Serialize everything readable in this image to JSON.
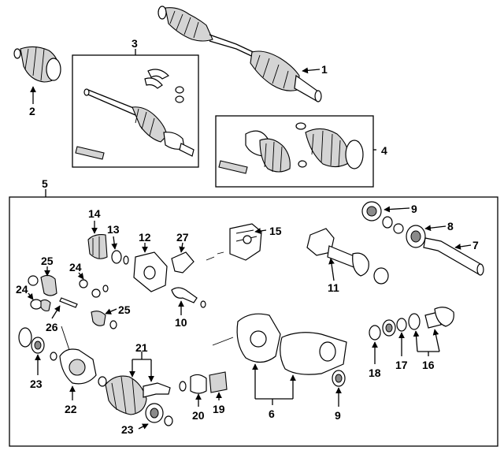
{
  "callouts": {
    "c1": "1",
    "c2": "2",
    "c3": "3",
    "c4": "4",
    "c5": "5",
    "c6": "6",
    "c7": "7",
    "c8": "8",
    "c9a": "9",
    "c9b": "9",
    "c10": "10",
    "c11": "11",
    "c12": "12",
    "c13": "13",
    "c14": "14",
    "c15": "15",
    "c16": "16",
    "c17": "17",
    "c18": "18",
    "c19": "19",
    "c20": "20",
    "c21": "21",
    "c22": "22",
    "c23a": "23",
    "c23b": "23",
    "c24a": "24",
    "c24b": "24",
    "c25a": "25",
    "c25b": "25",
    "c26": "26",
    "c27": "27"
  },
  "colors": {
    "line": "#000000",
    "background": "#ffffff",
    "shade": "#d4d4d4"
  }
}
